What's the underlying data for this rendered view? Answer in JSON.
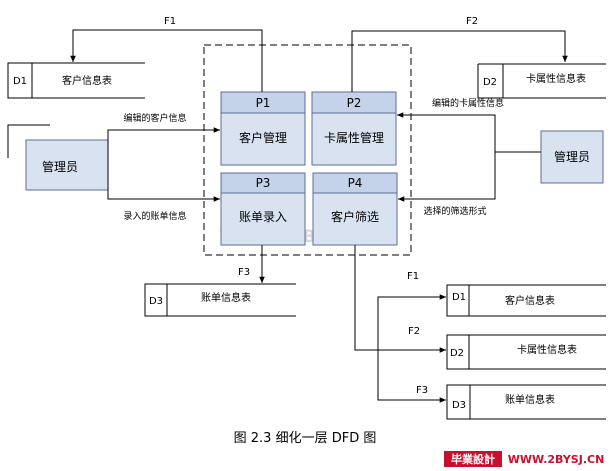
{
  "caption": "图 2.3 细化一层 DFD 图",
  "watermark": "WWW.2BYSJ.CN",
  "brand": {
    "badge": "毕業設計",
    "site": "WWW.2BYSJ.CN",
    "badge_color": "#c8102e"
  },
  "colors": {
    "process_header": "#c5d3ea",
    "process_body": "#d9e2f1",
    "process_border": "#5b6e9a",
    "line": "#000000",
    "watermark": "#d7d7d7"
  },
  "processes": [
    {
      "id": "P1",
      "name": "客户管理"
    },
    {
      "id": "P2",
      "name": "卡属性管理"
    },
    {
      "id": "P3",
      "name": "账单录入"
    },
    {
      "id": "P4",
      "name": "客户筛选"
    }
  ],
  "datastores": {
    "top_left": {
      "id": "D1",
      "name": "客户信息表"
    },
    "top_right": {
      "id": "D2",
      "name": "卡属性信息表"
    },
    "mid": {
      "id": "D3",
      "name": "账单信息表"
    },
    "out1": {
      "id": "D1",
      "name": "客户信息表"
    },
    "out2": {
      "id": "D2",
      "name": "卡属性信息表"
    },
    "out3": {
      "id": "D3",
      "name": "账单信息表"
    }
  },
  "externals": {
    "left": "管理员",
    "right": "管理员"
  },
  "flow_labels": {
    "f1_top": "F1",
    "f2_top": "F2",
    "f3": "F3",
    "f1_out": "F1",
    "f2_out": "F2",
    "f3_out": "F3",
    "edit_customer": "编辑的客户信息",
    "enter_bill": "录入的账单信息",
    "edit_card": "编辑的卡属性信息",
    "filter_form": "选择的筛选形式"
  }
}
